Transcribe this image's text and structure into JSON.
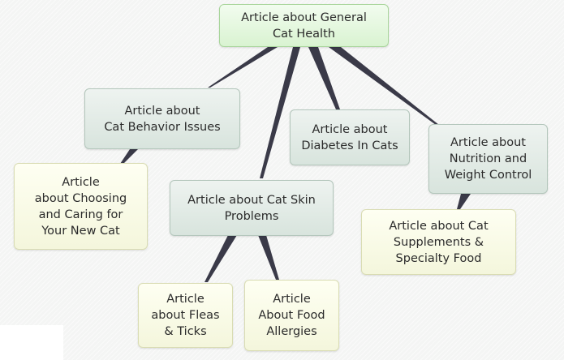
{
  "diagram": {
    "nodes": [
      {
        "id": "general",
        "text": "Article about General\nCat Health"
      },
      {
        "id": "behavior",
        "text": "Article about\nCat Behavior Issues"
      },
      {
        "id": "diabetes",
        "text": "Article about\nDiabetes In Cats"
      },
      {
        "id": "nutrition",
        "text": "Article about\nNutrition and\nWeight Control"
      },
      {
        "id": "choosing",
        "text": "Article\nabout Choosing\nand Caring for\nYour New Cat"
      },
      {
        "id": "skin",
        "text": "Article about Cat Skin\nProblems"
      },
      {
        "id": "supplements",
        "text": "Article about Cat\nSupplements &\nSpecialty Food"
      },
      {
        "id": "fleas",
        "text": "Article\nabout Fleas\n& Ticks"
      },
      {
        "id": "food",
        "text": "Article\nAbout Food\nAllergies"
      }
    ],
    "edges": [
      {
        "from": "general",
        "to": "behavior"
      },
      {
        "from": "general",
        "to": "skin"
      },
      {
        "from": "general",
        "to": "diabetes"
      },
      {
        "from": "general",
        "to": "nutrition"
      },
      {
        "from": "behavior",
        "to": "choosing"
      },
      {
        "from": "nutrition",
        "to": "supplements"
      },
      {
        "from": "skin",
        "to": "fleas"
      },
      {
        "from": "skin",
        "to": "food"
      }
    ],
    "colors": {
      "root_fill": "#d9f3d1",
      "mid_fill": "#d8e4dd",
      "leaf_fill": "#f4f6dc",
      "connector": "#3a3a48"
    }
  }
}
